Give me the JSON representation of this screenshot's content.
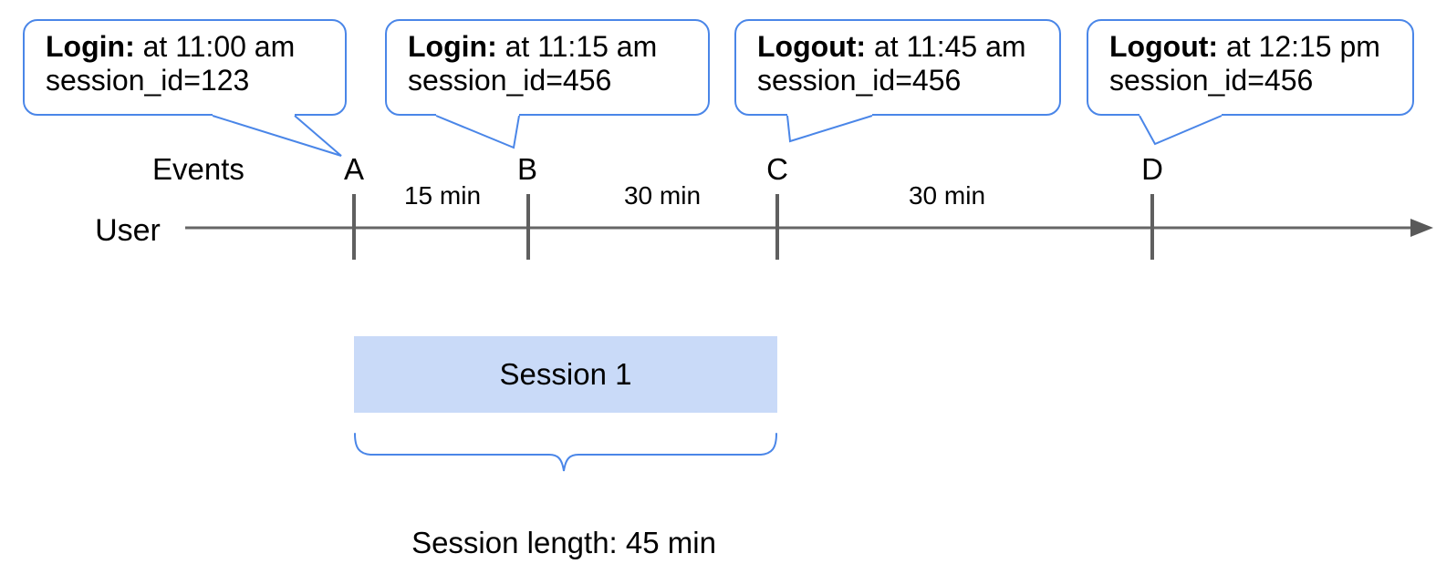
{
  "callouts": [
    {
      "label": "Login:",
      "detail": "at 11:00 am",
      "session": "session_id=123"
    },
    {
      "label": "Login:",
      "detail": "at 11:15 am",
      "session": "session_id=456"
    },
    {
      "label": "Logout:",
      "detail": "at 11:45 am",
      "session": "session_id=456"
    },
    {
      "label": "Logout:",
      "detail": "at 12:15 pm",
      "session": "session_id=456"
    }
  ],
  "timeline": {
    "events_label": "Events",
    "axis_label": "User",
    "ticks": [
      "A",
      "B",
      "C",
      "D"
    ],
    "intervals": [
      "15 min",
      "30 min",
      "30 min"
    ]
  },
  "session": {
    "box_label": "Session 1",
    "length_label": "Session length: 45 min"
  },
  "colors": {
    "accent_blue": "#4a86e8",
    "session_fill": "#c9daf8",
    "timeline_gray": "#666666",
    "text_black": "#000000"
  }
}
